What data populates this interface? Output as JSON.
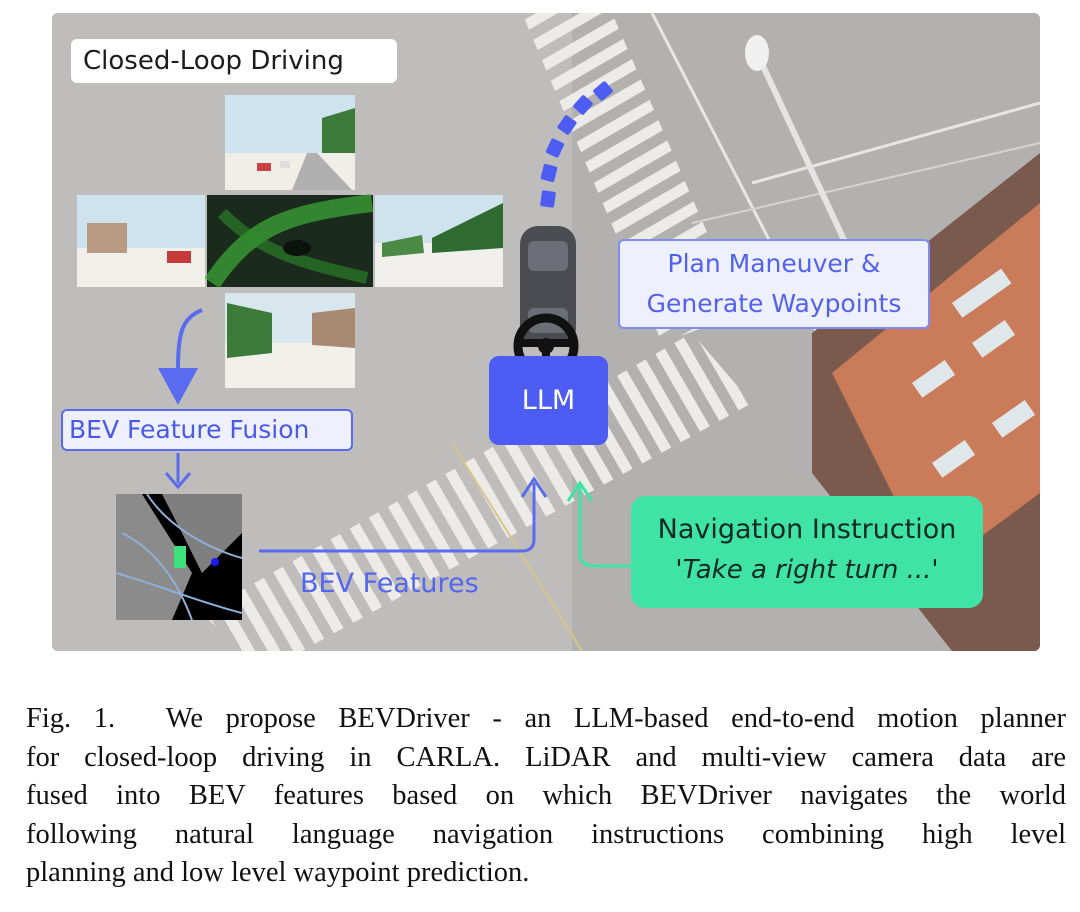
{
  "figure": {
    "title": "Closed-Loop Driving",
    "bev_fusion_label": "BEV Feature Fusion",
    "plan_label_line1": "Plan Maneuver &",
    "plan_label_line2": "Generate Waypoints",
    "llm_label": "LLM",
    "bev_features_label": "BEV Features",
    "nav_title": "Navigation Instruction",
    "nav_quote": "'Take a right turn ...'"
  },
  "caption": {
    "lines": [
      "Fig. 1.  We propose BEVDriver - an LLM-based end-to-end motion planner",
      "for closed-loop driving in CARLA. LiDAR and multi-view camera data are",
      "fused into BEV features based on which BEVDriver navigates the world",
      "following natural language navigation instructions combining high level",
      "planning and low level waypoint prediction."
    ]
  },
  "colors": {
    "accent_blue": "#4d5cf2",
    "accent_green": "#3fe3a6",
    "road_gray": "#b9b7b5"
  }
}
